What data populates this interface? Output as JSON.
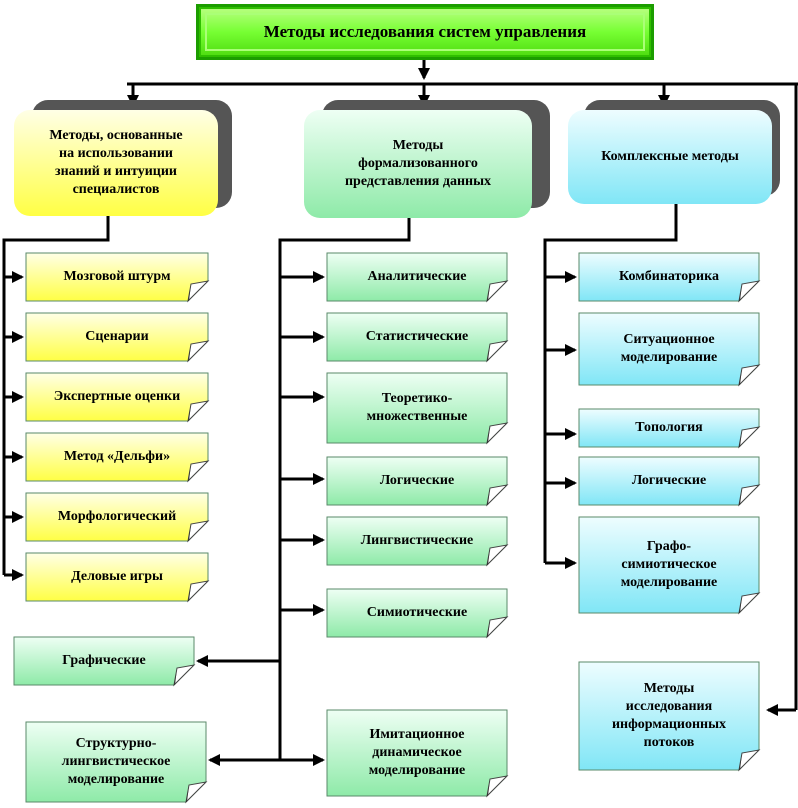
{
  "title": "Методы исследования систем управления",
  "colors": {
    "title_bg": "#77ff33",
    "title_border": "#22aa00",
    "yellow_light": "#ffffdd",
    "yellow_dark": "#ffff44",
    "green_light": "#e8fff0",
    "green_dark": "#99f0b0",
    "cyan_light": "#e8fcff",
    "cyan_dark": "#88eaf8",
    "line": "#000000"
  },
  "columns": {
    "left": {
      "header": "Методы, основанные\nна использовании\nзнаний и интуиции\nспециалистов",
      "items": [
        "Мозговой штурм",
        "Сценарии",
        "Экспертные оценки",
        "Метод «Дельфи»",
        "Морфологический",
        "Деловые игры"
      ]
    },
    "middle": {
      "header": "Методы\nформализованного\nпредставления данных",
      "items": [
        "Аналитические",
        "Статистические",
        "Теоретико-\nмножественные",
        "Логические",
        "Лингвистические",
        "Симиотические",
        "Имитационное\nдинамическое\nмоделирование"
      ],
      "side_items": [
        "Графические",
        "Структурно-\nлингвистическое\nмоделирование"
      ]
    },
    "right": {
      "header": "Комплексные методы",
      "items": [
        "Комбинаторика",
        "Ситуационное\nмоделирование",
        "Топология",
        "Логические",
        "Графо-\nсимиотическое\nмоделирование"
      ]
    }
  },
  "extra": "Методы\nисследования\nинформационных\nпотоков"
}
